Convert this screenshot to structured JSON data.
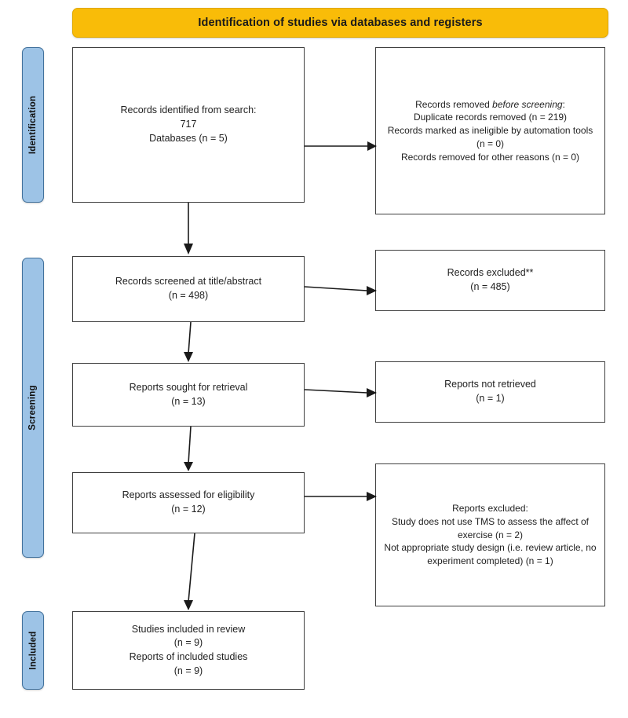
{
  "banner": {
    "title": "Identification of studies via databases and registers",
    "color": "#f9bc08"
  },
  "stages": {
    "color": "#9dc3e6",
    "identification": "Identification",
    "screening": "Screening",
    "included": "Included"
  },
  "boxes": {
    "identified": "Records identified from search:\n717\nDatabases (n = 5)",
    "removed_line1": "Records removed ",
    "removed_italic1": "before",
    "removed_italic2": "screening",
    "removed_rest": ":\nDuplicate records removed  (n = 219)\nRecords marked as ineligible by automation tools (n = 0)\nRecords removed for other reasons (n = 0)",
    "removed_full": "Records removed before screening:\nDuplicate records removed  (n = 219)\nRecords marked as ineligible by automation tools (n = 0)\nRecords removed for other reasons (n = 0)",
    "screened": "Records screened at title/abstract\n(n = 498)",
    "excluded": "Records excluded**\n(n = 485)",
    "sought": "Reports sought for retrieval\n(n = 13)",
    "not_retrieved": "Reports not retrieved\n(n = 1)",
    "assessed": "Reports assessed for eligibility\n(n = 12)",
    "reports_excluded": "Reports excluded:\nStudy does not use TMS to assess the affect of exercise (n = 2)\nNot appropriate study design (i.e. review article, no experiment completed) (n = 1)",
    "included": "Studies included in review\n(n = 9)\nReports of included studies\n(n = 9)"
  },
  "chart_data": {
    "type": "diagram",
    "title": "PRISMA 2020 flow diagram",
    "nodes": [
      {
        "id": "identified",
        "stage": "Identification",
        "column": "left",
        "label": "Records identified from search: 717 Databases (n = 5)",
        "n": 717,
        "databases": 5
      },
      {
        "id": "removed",
        "stage": "Identification",
        "column": "right",
        "label": "Records removed before screening",
        "duplicates_removed": 219,
        "ineligible_automation": 0,
        "removed_other": 0
      },
      {
        "id": "screened",
        "stage": "Screening",
        "column": "left",
        "label": "Records screened at title/abstract",
        "n": 498
      },
      {
        "id": "excluded",
        "stage": "Screening",
        "column": "right",
        "label": "Records excluded**",
        "n": 485
      },
      {
        "id": "sought",
        "stage": "Screening",
        "column": "left",
        "label": "Reports sought for retrieval",
        "n": 13
      },
      {
        "id": "not_retrieved",
        "stage": "Screening",
        "column": "right",
        "label": "Reports not retrieved",
        "n": 1
      },
      {
        "id": "assessed",
        "stage": "Screening",
        "column": "left",
        "label": "Reports assessed for eligibility",
        "n": 12
      },
      {
        "id": "reports_excluded",
        "stage": "Screening",
        "column": "right",
        "label": "Reports excluded",
        "no_tms_assessment": 2,
        "not_appropriate_design": 1
      },
      {
        "id": "included",
        "stage": "Included",
        "column": "left",
        "label": "Studies included in review / Reports of included studies",
        "studies": 9,
        "reports": 9
      }
    ],
    "edges": [
      {
        "from": "identified",
        "to": "removed",
        "direction": "right"
      },
      {
        "from": "identified",
        "to": "screened",
        "direction": "down"
      },
      {
        "from": "screened",
        "to": "excluded",
        "direction": "right"
      },
      {
        "from": "screened",
        "to": "sought",
        "direction": "down"
      },
      {
        "from": "sought",
        "to": "not_retrieved",
        "direction": "right"
      },
      {
        "from": "sought",
        "to": "assessed",
        "direction": "down"
      },
      {
        "from": "assessed",
        "to": "reports_excluded",
        "direction": "right"
      },
      {
        "from": "assessed",
        "to": "included",
        "direction": "down"
      }
    ]
  }
}
